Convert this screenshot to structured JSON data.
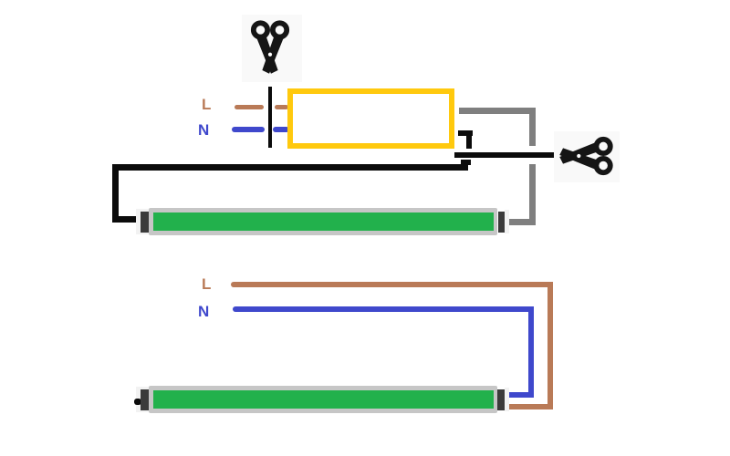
{
  "diagram": {
    "description_visible_text_only": true,
    "top_circuit": {
      "live_label": "L",
      "neutral_label": "N"
    },
    "bottom_circuit": {
      "live_label": "L",
      "neutral_label": "N"
    },
    "icons": {
      "top": "scissors-down-icon",
      "right": "scissors-left-icon"
    }
  },
  "colors": {
    "page_bg": "#ffffff",
    "live_wire": "#B97A57",
    "neutral_wire": "#3F48CC",
    "ballast_outline": "#FFC90E",
    "output_wire": "#7F7F7F",
    "mains_wire": "#0b0b0b",
    "tube_glass": "#22B14C",
    "tube_housing": "#C6C6C6",
    "tube_end_cap": "#3B3B3B",
    "scissors": "#151515"
  }
}
